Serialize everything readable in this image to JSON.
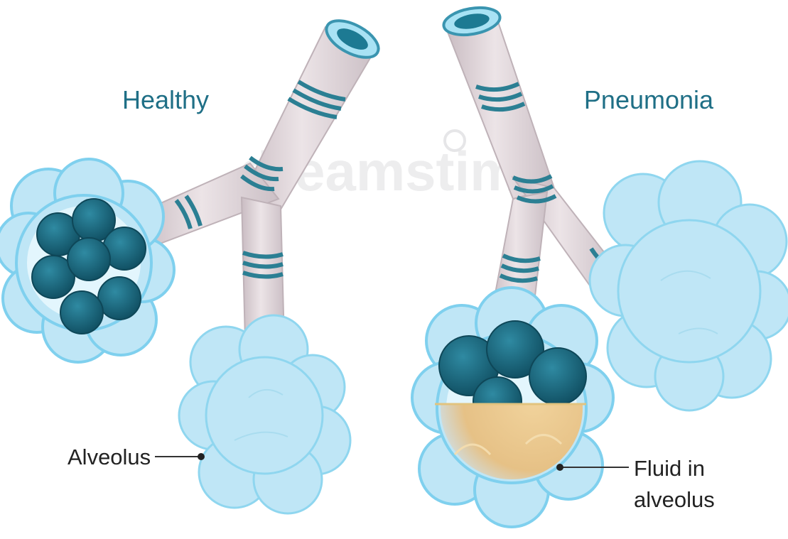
{
  "labels": {
    "healthy": "Healthy",
    "pneumonia": "Pneumonia",
    "alveolus": "Alveolus",
    "fluid_line1": "Fluid in",
    "fluid_line2": "alveolus"
  },
  "watermark": "dreamstime",
  "colors": {
    "title": "#1f6f86",
    "bronchus": "#ddd2d6",
    "bronchus_shade": "#c9bcc2",
    "ring": "#2b7f93",
    "alveolus_light": "#bfe6f6",
    "alveolus_outline": "#7fd0ee",
    "cell_dark": "#145b70",
    "fluid": "#e9c88f",
    "callout": "#222222"
  }
}
